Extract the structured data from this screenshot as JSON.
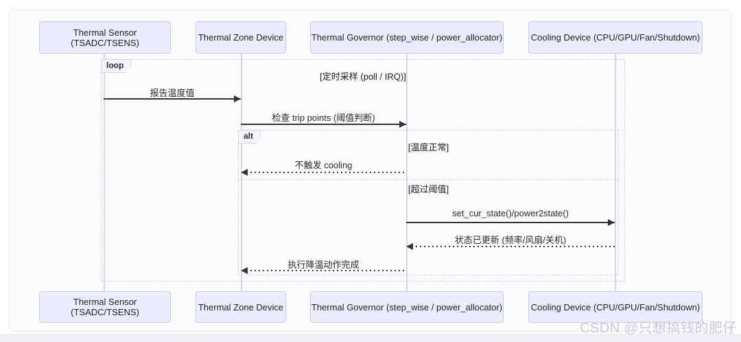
{
  "colors": {
    "actor_fill": "#ececff",
    "actor_border": "#c9c9f0",
    "frame_border": "#d6cfec",
    "lifeline": "#d7d3e9",
    "message_line": "#333333",
    "watermark_text": "#c8cacf"
  },
  "diagram": {
    "type": "sequence-diagram",
    "participants": [
      {
        "label": "Thermal Sensor (TSADC/TSENS)"
      },
      {
        "label": "Thermal Zone Device"
      },
      {
        "label": "Thermal Governor (step_wise / power_allocator)"
      },
      {
        "label": "Cooling Device (CPU/GPU/Fan/Shutdown)"
      }
    ],
    "fragments": {
      "loop": {
        "label": "loop",
        "guard": "[定时采样 (poll / IRQ)]"
      },
      "alt": {
        "label": "alt",
        "guard_normal": "[温度正常]",
        "guard_exceed": "[超过阈值]"
      }
    },
    "messages": [
      {
        "text": "报告温度值",
        "from": "Thermal Sensor (TSADC/TSENS)",
        "to": "Thermal Zone Device",
        "line": "solid"
      },
      {
        "text": "检查 trip points (阈值判断)",
        "from": "Thermal Zone Device",
        "to": "Thermal Governor (step_wise / power_allocator)",
        "line": "solid"
      },
      {
        "text": "不触发 cooling",
        "from": "Thermal Governor (step_wise / power_allocator)",
        "to": "Thermal Zone Device",
        "line": "dotted"
      },
      {
        "text": "set_cur_state()/power2state()",
        "from": "Thermal Governor (step_wise / power_allocator)",
        "to": "Cooling Device (CPU/GPU/Fan/Shutdown)",
        "line": "solid"
      },
      {
        "text": "状态已更新 (频率/风扇/关机)",
        "from": "Cooling Device (CPU/GPU/Fan/Shutdown)",
        "to": "Thermal Governor (step_wise / power_allocator)",
        "line": "dotted"
      },
      {
        "text": "执行降温动作完成",
        "from": "Thermal Governor (step_wise / power_allocator)",
        "to": "Thermal Zone Device",
        "line": "dotted"
      }
    ],
    "watermark": {
      "text": "CSDN @只想搞钱的肥仔"
    }
  }
}
